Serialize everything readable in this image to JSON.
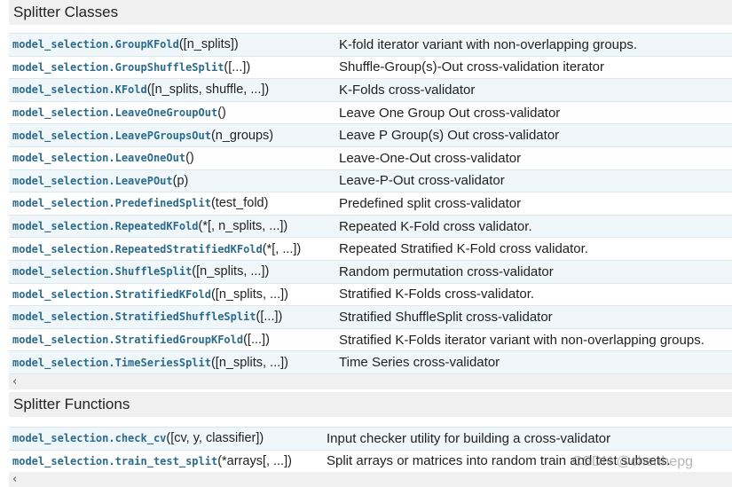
{
  "classes": {
    "title": "Splitter Classes",
    "rows": [
      {
        "prefix": "model_selection.",
        "name": "GroupKFold",
        "args": "([n_splits])",
        "desc": "K-fold iterator variant with non-overlapping groups."
      },
      {
        "prefix": "model_selection.",
        "name": "GroupShuffleSplit",
        "args": "([...])",
        "desc": "Shuffle-Group(s)-Out cross-validation iterator"
      },
      {
        "prefix": "model_selection.",
        "name": "KFold",
        "args": "([n_splits, shuffle, ...])",
        "desc": "K-Folds cross-validator"
      },
      {
        "prefix": "model_selection.",
        "name": "LeaveOneGroupOut",
        "args": "()",
        "desc": "Leave One Group Out cross-validator"
      },
      {
        "prefix": "model_selection.",
        "name": "LeavePGroupsOut",
        "args": "(n_groups)",
        "desc": "Leave P Group(s) Out cross-validator"
      },
      {
        "prefix": "model_selection.",
        "name": "LeaveOneOut",
        "args": "()",
        "desc": "Leave-One-Out cross-validator"
      },
      {
        "prefix": "model_selection.",
        "name": "LeavePOut",
        "args": "(p)",
        "desc": "Leave-P-Out cross-validator"
      },
      {
        "prefix": "model_selection.",
        "name": "PredefinedSplit",
        "args": "(test_fold)",
        "desc": "Predefined split cross-validator"
      },
      {
        "prefix": "model_selection.",
        "name": "RepeatedKFold",
        "args": "(*[, n_splits, ...])",
        "desc": "Repeated K-Fold cross validator."
      },
      {
        "prefix": "model_selection.",
        "name": "RepeatedStratifiedKFold",
        "args": "(*[, ...])",
        "desc": "Repeated Stratified K-Fold cross validator."
      },
      {
        "prefix": "model_selection.",
        "name": "ShuffleSplit",
        "args": "([n_splits, ...])",
        "desc": "Random permutation cross-validator"
      },
      {
        "prefix": "model_selection.",
        "name": "StratifiedKFold",
        "args": "([n_splits, ...])",
        "desc": "Stratified K-Folds cross-validator."
      },
      {
        "prefix": "model_selection.",
        "name": "StratifiedShuffleSplit",
        "args": "([...])",
        "desc": "Stratified ShuffleSplit cross-validator"
      },
      {
        "prefix": "model_selection.",
        "name": "StratifiedGroupKFold",
        "args": "([...])",
        "desc": "Stratified K-Folds iterator variant with non-overlapping groups."
      },
      {
        "prefix": "model_selection.",
        "name": "TimeSeriesSplit",
        "args": "([n_splits, ...])",
        "desc": "Time Series cross-validator"
      }
    ]
  },
  "functions": {
    "title": "Splitter Functions",
    "rows": [
      {
        "prefix": "model_selection.",
        "name": "check_cv",
        "args": "([cv, y, classifier])",
        "desc": "Input checker utility for building a cross-validator"
      },
      {
        "prefix": "model_selection.",
        "name": "train_test_split",
        "args": "(*arrays[, ...])",
        "desc": "Split arrays or matrices into random train and test subsets."
      }
    ]
  },
  "scroll_arrow": "‹",
  "watermark": "CSDN @chenhepg"
}
